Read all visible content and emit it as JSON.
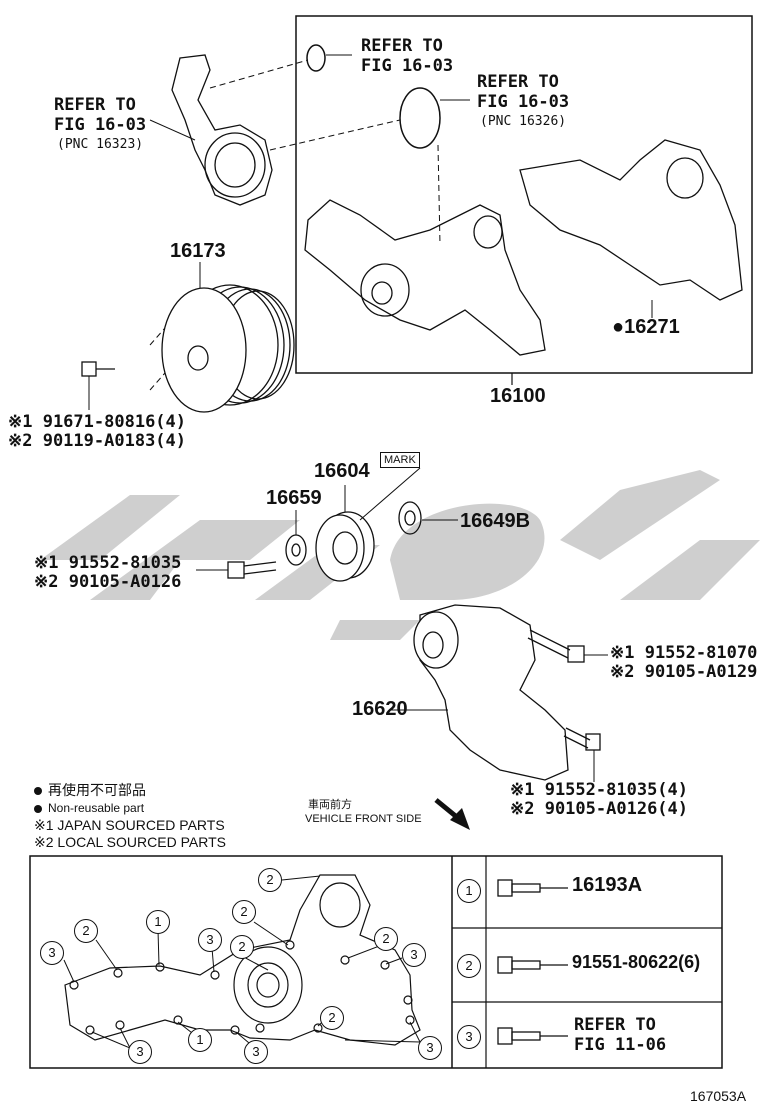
{
  "refers": {
    "top1_line1": "REFER TO",
    "top1_line2": "FIG 16-03",
    "top2_line1": "REFER TO",
    "top2_line2": "FIG 16-03",
    "top2_pnc": "(PNC 16326)",
    "left_line1": "REFER TO",
    "left_line2": "FIG 16-03",
    "left_pnc": "(PNC 16323)"
  },
  "parts": {
    "p16173": "16173",
    "p16100": "16100",
    "p16271": "●16271",
    "p16604": "16604",
    "p16659": "16659",
    "p16649b": "16649B",
    "p16620": "16620",
    "mark": "MARK"
  },
  "fasteners": {
    "f1a": "※1 91671-80816(4)",
    "f1b": "※2 90119-A0183(4)",
    "f2a": "※1 91552-81035",
    "f2b": "※2 90105-A0126",
    "f3a": "※1 91552-81070",
    "f3b": "※2 90105-A0129",
    "f4a": "※1 91552-81035(4)",
    "f4b": "※2 90105-A0126(4)"
  },
  "legend": {
    "jp": "再使用不可部品",
    "nonreuse": "Non-reusable part",
    "japan": "※1 JAPAN SOURCED PARTS",
    "local": "※2 LOCAL SOURCED PARTS"
  },
  "front": {
    "jp": "車両前方",
    "en": "VEHICLE FRONT SIDE"
  },
  "bolt_table": {
    "rows": [
      {
        "num": "1",
        "label": "16193A"
      },
      {
        "num": "2",
        "label": "91551-80622(6)"
      },
      {
        "num": "3",
        "label_line1": "REFER TO",
        "label_line2": "FIG 11-06"
      }
    ]
  },
  "callouts": [
    "2",
    "2",
    "1",
    "3",
    "2",
    "2",
    "3",
    "2",
    "3",
    "1",
    "3",
    "3",
    "2",
    "3"
  ],
  "figure_id": "167053A",
  "watermark_color": "#c8c8c8"
}
